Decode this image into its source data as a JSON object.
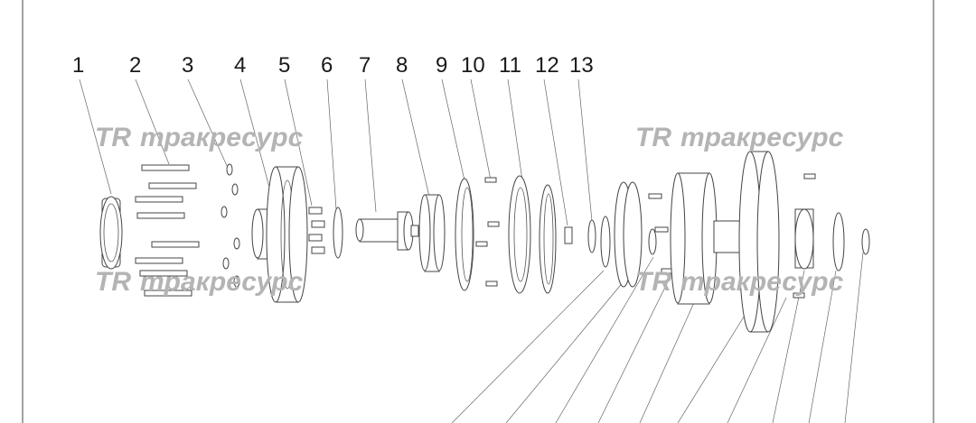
{
  "labels": [
    "1",
    "2",
    "3",
    "4",
    "5",
    "6",
    "7",
    "8",
    "9",
    "10",
    "11",
    "12",
    "13"
  ],
  "watermark": {
    "logo_text": "ТR",
    "brand_text": "тракресурс"
  }
}
